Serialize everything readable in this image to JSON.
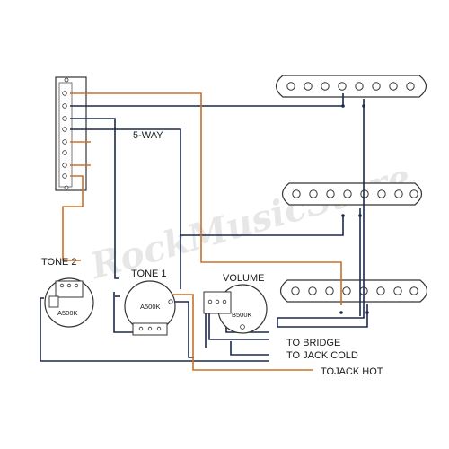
{
  "watermark": "RockMusicStore",
  "labels": {
    "switch": "5-WAY",
    "tone2": "TONE 2",
    "tone1": "TONE 1",
    "volume": "VOLUME",
    "tone2_pot": "A500K",
    "tone1_pot": "A500K",
    "volume_pot": "B500K",
    "bridge_jack_1": "TO BRIDGE",
    "bridge_jack_2": "TO JACK COLD",
    "jack_hot": "TOJACK HOT"
  },
  "colors": {
    "hot_wire": "#c8702a",
    "ground_wire": "#1c2a4a",
    "outline": "#333333",
    "watermark": "#d4d4d4"
  }
}
